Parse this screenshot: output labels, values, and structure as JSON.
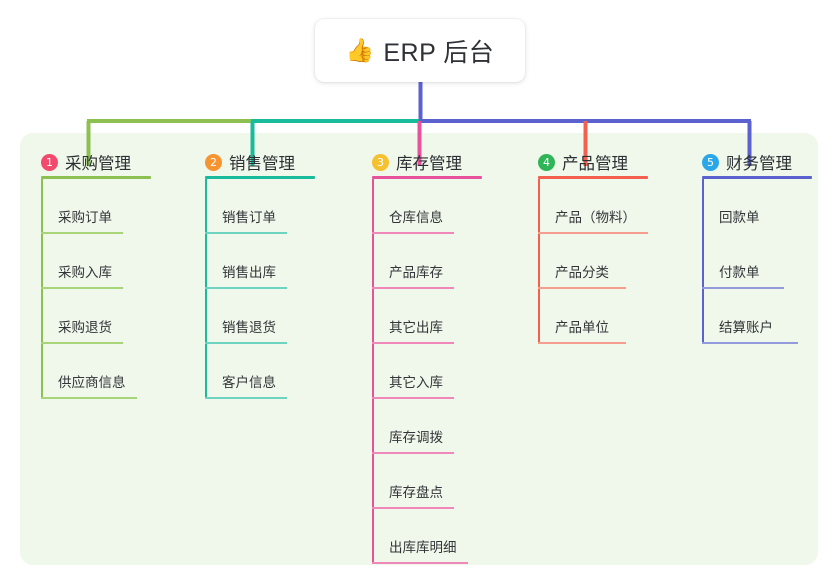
{
  "diagram": {
    "title": "ERP 后台",
    "root": {
      "icon": "thumbs-up-icon",
      "glyph": "👍",
      "label": "ERP 后台"
    },
    "panel_color": "#eff8ea",
    "columns": [
      {
        "number": "1",
        "badge_color": "#f24a6d",
        "title": "采购管理",
        "line_color": "#8cc152",
        "connector_color": "#8cc152",
        "items": [
          {
            "label": "采购订单"
          },
          {
            "label": "采购入库"
          },
          {
            "label": "采购退货"
          },
          {
            "label": "供应商信息"
          }
        ]
      },
      {
        "number": "2",
        "badge_color": "#f79432",
        "title": "销售管理",
        "line_color": "#18bc9c",
        "connector_color": "#18bc9c",
        "items": [
          {
            "label": "销售订单"
          },
          {
            "label": "销售出库"
          },
          {
            "label": "销售退货"
          },
          {
            "label": "客户信息"
          }
        ]
      },
      {
        "number": "3",
        "badge_color": "#f5c12e",
        "title": "库存管理",
        "line_color": "#e8529b",
        "connector_color": "#e8529b",
        "items": [
          {
            "label": "仓库信息"
          },
          {
            "label": "产品库存"
          },
          {
            "label": "其它出库"
          },
          {
            "label": "其它入库"
          },
          {
            "label": "库存调拨"
          },
          {
            "label": "库存盘点"
          },
          {
            "label": "出库库明细"
          }
        ]
      },
      {
        "number": "4",
        "badge_color": "#2fb457",
        "title": "产品管理",
        "line_color": "#f4604f",
        "connector_color": "#f4604f",
        "items": [
          {
            "label": "产品（物料）"
          },
          {
            "label": "产品分类"
          },
          {
            "label": "产品单位"
          }
        ]
      },
      {
        "number": "5",
        "badge_color": "#2aa7e8",
        "title": "财务管理",
        "line_color": "#5b62cf",
        "connector_color": "#5b62cf",
        "items": [
          {
            "label": "回款单"
          },
          {
            "label": "付款单"
          },
          {
            "label": "结算账户"
          }
        ]
      }
    ]
  }
}
